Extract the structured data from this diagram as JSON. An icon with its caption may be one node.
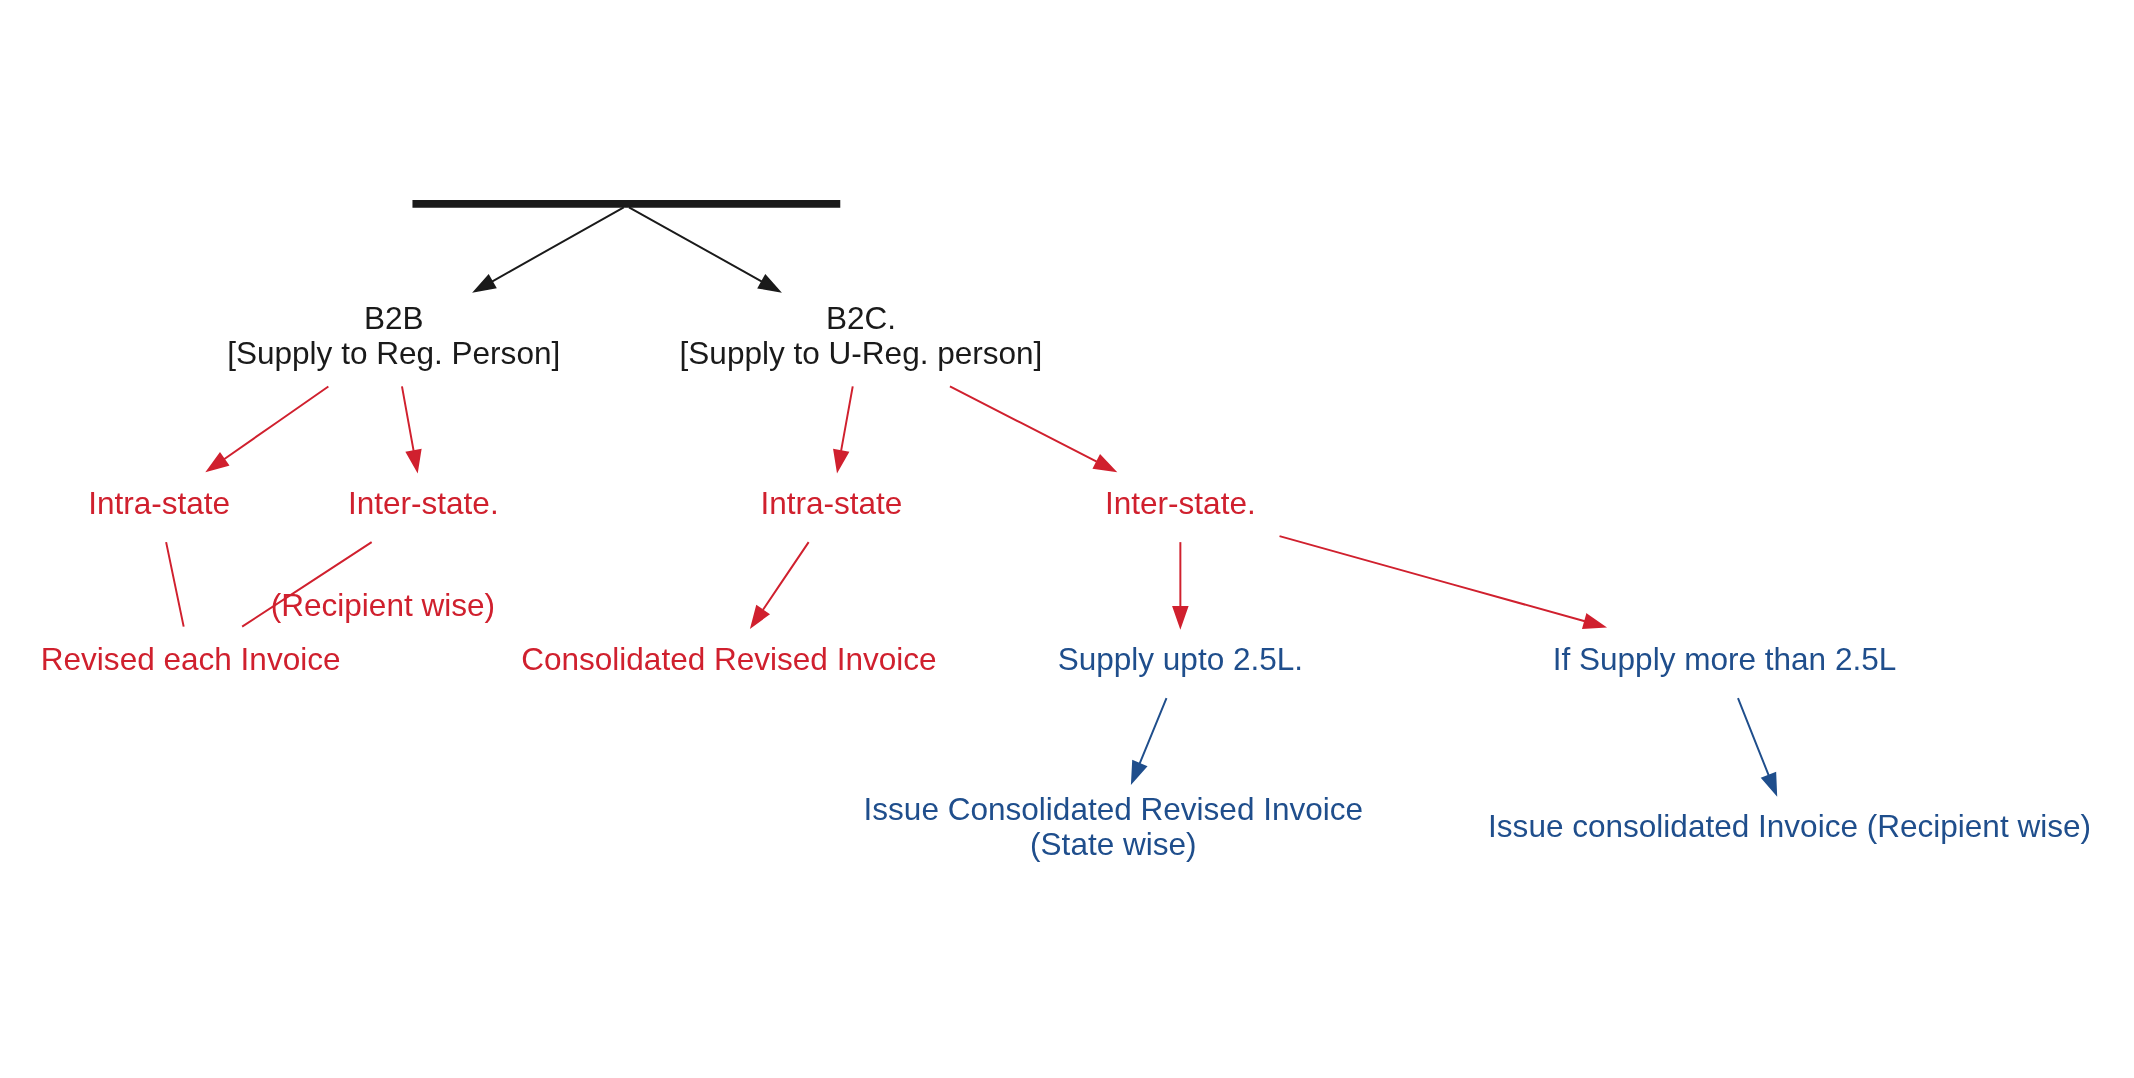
{
  "diagram": {
    "nodes": [
      {
        "text": [],
        "shape": "bar"
      },
      {
        "text": [
          "B2B",
          "[Supply to Reg. Person]"
        ]
      },
      {
        "text": [
          "B2C.",
          "[Supply to U-Reg. person]"
        ]
      },
      {
        "text": [
          "Intra-state"
        ]
      },
      {
        "text": [
          "Inter-state."
        ]
      },
      {
        "text": [
          "Revised each Invoice"
        ]
      },
      {
        "text": [
          "Intra-state"
        ]
      },
      {
        "text": [
          "Consolidated Revised Invoice"
        ],
        "beside": [
          "(Recipient wise)"
        ]
      },
      {
        "text": [
          "Inter-state."
        ]
      },
      {
        "text": [
          "Supply upto 2.5L."
        ]
      },
      {
        "text": [
          "Issue Consolidated Revised Invoice",
          "(State wise)"
        ]
      },
      {
        "text": [
          "If Supply more than 2.5L"
        ]
      },
      {
        "text": [
          "Issue consolidated Invoice (Recipient wise)"
        ]
      }
    ],
    "edges": [
      {
        "from": 0,
        "to": 1,
        "arrow": "to",
        "color": "#1a1a1a"
      },
      {
        "from": 0,
        "to": 2,
        "arrow": "to",
        "color": "#1a1a1a"
      },
      {
        "from": 1,
        "to": 3,
        "arrow": "to"
      },
      {
        "from": 1,
        "to": 4,
        "arrow": "to"
      },
      {
        "from": 3,
        "to": 5,
        "arrow": "none"
      },
      {
        "from": 4,
        "to": 5,
        "arrow": "none"
      },
      {
        "from": 2,
        "to": 6,
        "arrow": "to"
      },
      {
        "from": 2,
        "to": 8,
        "arrow": "to"
      },
      {
        "from": 6,
        "to": 7,
        "arrow": "to"
      },
      {
        "from": 8,
        "to": 9,
        "arrow": "to"
      },
      {
        "from": 8,
        "to": 11,
        "arrow": "to"
      },
      {
        "from": 9,
        "to": 10,
        "arrow": "to",
        "color": "#1f4e8c"
      },
      {
        "from": 11,
        "to": 12,
        "arrow": "to",
        "color": "#1f4e8c"
      }
    ]
  }
}
